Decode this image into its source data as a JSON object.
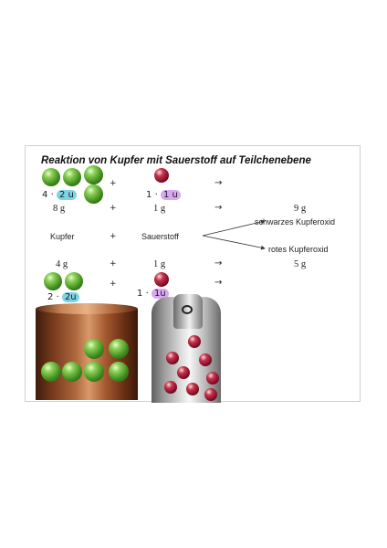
{
  "title": "Reaktion von Kupfer mit Sauerstoff auf Teilchenebene",
  "row1": {
    "plus_a": "+",
    "plus_b": "+",
    "arrow": "→",
    "cu_note_count": "4",
    "cu_note_dot": "·",
    "cu_note_mass": "2 u",
    "o_note_count": "1",
    "o_note_dot": "·",
    "o_note_mass": "1 u"
  },
  "row2": {
    "cu_mass": "8 g",
    "plus": "+",
    "o_mass": "1 g",
    "arrow": "→",
    "product_mass": "9 g"
  },
  "row3": {
    "reactant1": "Kupfer",
    "plus": "+",
    "reactant2": "Sauerstoff",
    "product_black": "schwarzes Kupferoxid",
    "product_red": "rotes Kupferoxid"
  },
  "row4": {
    "cu_mass": "4 g",
    "plus": "+",
    "o_mass": "1 g",
    "arrow": "→",
    "product_mass": "5 g"
  },
  "row5": {
    "plus_a": "+",
    "plus_b": "+",
    "arrow": "→",
    "cu_note_count": "2",
    "cu_note_dot": "·",
    "cu_note_mass": "2u",
    "o_note_count": "1",
    "o_note_dot": "·",
    "o_note_mass": "1u"
  }
}
